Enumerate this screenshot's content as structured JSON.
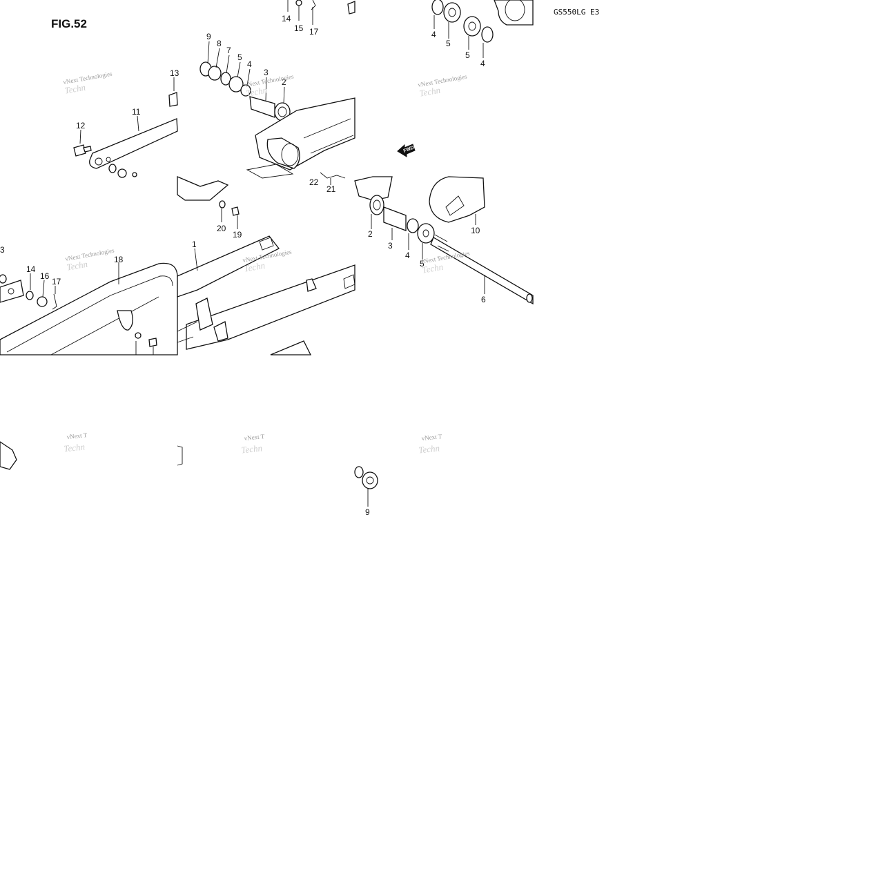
{
  "header": {
    "figure": "FIG.52",
    "model": "GS550LG E3"
  },
  "watermark": {
    "text": "vNext Technologies",
    "tiles": [
      {
        "t1": "vNext Technologies",
        "t2": "Techn"
      },
      {
        "t1": "vNext Technologies",
        "t2": "Techn"
      },
      {
        "t1": "vNext Technologies",
        "t2": "Techn"
      },
      {
        "t1": "vNext Technologies",
        "t2": "Techn"
      },
      {
        "t1": "vNext Technologies",
        "t2": "Techn"
      },
      {
        "t1": "vNext Technologies",
        "t2": "Techn"
      },
      {
        "t1": "vNext T",
        "t2": "Techn"
      },
      {
        "t1": "vNext T",
        "t2": "Techn"
      },
      {
        "t1": "vNext T",
        "t2": "Techn"
      }
    ]
  },
  "fwd_label": "FWD",
  "callouts": {
    "tile1": [
      "FIG.52",
      "13",
      "11",
      "12"
    ],
    "tile2": [
      "14",
      "15",
      "17",
      "9",
      "8",
      "7",
      "5",
      "4",
      "3",
      "2",
      "22",
      "21"
    ],
    "tile3": [
      "4",
      "5",
      "5",
      "4"
    ],
    "tile4": [
      "3",
      "14",
      "16",
      "17",
      "18"
    ],
    "tile5": [
      "20",
      "19",
      "1"
    ],
    "tile6": [
      "2",
      "3",
      "4",
      "5",
      "10",
      "6"
    ],
    "tile9": [
      "9"
    ]
  },
  "colors": {
    "line": "#111111",
    "watermark": "#9a9a9a",
    "background": "#ffffff"
  }
}
